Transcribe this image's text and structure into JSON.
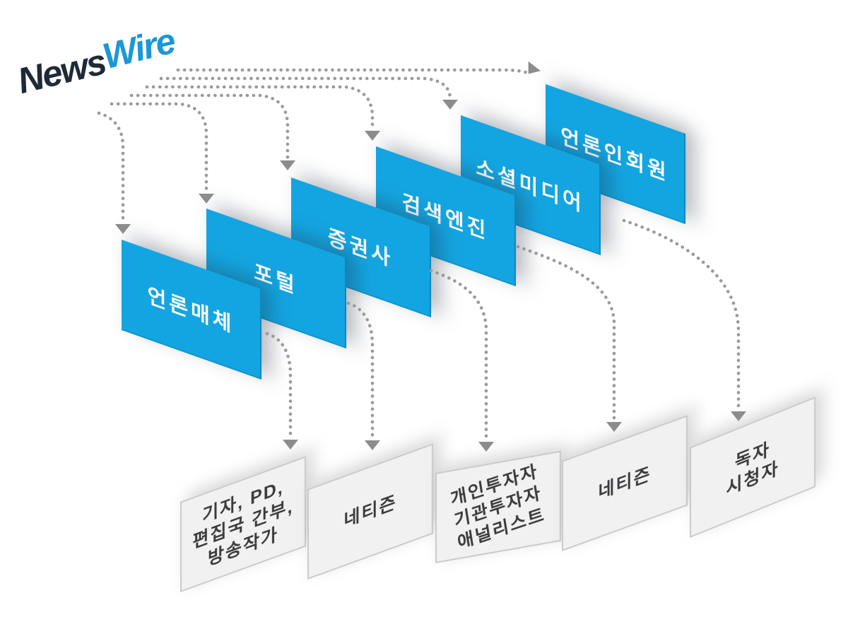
{
  "logo": {
    "news": "News",
    "wire": "Wire",
    "news_color": "#1f2a38",
    "wire_color": "#1b97d6"
  },
  "channels": [
    {
      "label": "언론매체"
    },
    {
      "label": "포털"
    },
    {
      "label": "증권사"
    },
    {
      "label": "검색엔진"
    },
    {
      "label": "소셜미디어"
    },
    {
      "label": "언론인회원"
    }
  ],
  "audiences": [
    {
      "lines": [
        "기자, PD,",
        "편집국 간부,",
        "방송작가"
      ]
    },
    {
      "lines": [
        "네티즌"
      ]
    },
    {
      "lines": [
        "개인투자자",
        "기관투자자",
        "애널리스트"
      ]
    },
    {
      "lines": [
        "네티즌"
      ]
    },
    {
      "lines": [
        "독자",
        "시청자"
      ]
    }
  ],
  "colors": {
    "channel_blue": "#13a5e1",
    "audience_gray": "#f1f1f2",
    "dot_gray": "#9a9a9a",
    "arrowhead_gray": "#8c8c8c"
  }
}
